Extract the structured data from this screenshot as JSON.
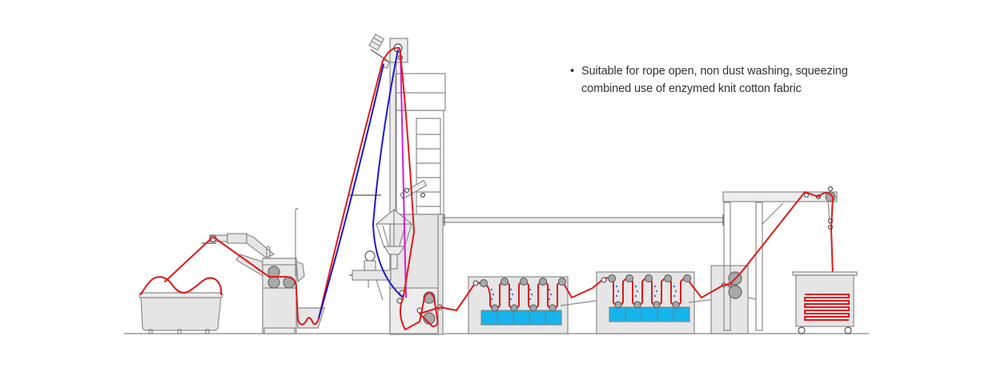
{
  "description": {
    "bullet": "•",
    "lines": [
      "Suitable for rope open, non dust washing, squeezing",
      "combined use of enzymed knit cotton fabric"
    ]
  },
  "diagram": {
    "subject": "Knit fabric rope opening, washing and squeezing machine line",
    "sections": [
      "fabric-feed-tub",
      "j-scray-feeder-with-squeeze-rollers",
      "rope-lifting-tower-with-detwister",
      "washing-tank-1",
      "washing-tank-2",
      "squeezing-mangle-and-plaiter",
      "fabric-output-trolley"
    ],
    "colors": {
      "fabric_path": "#e01919",
      "rope_path_blue": "#1a1ad0",
      "rope_path_magenta": "#d21fd8",
      "water": "#16b4ec",
      "machine_fill": "#e6e6e6",
      "machine_outline": "#8a8a8a",
      "roller": "#a8a8a8"
    }
  }
}
